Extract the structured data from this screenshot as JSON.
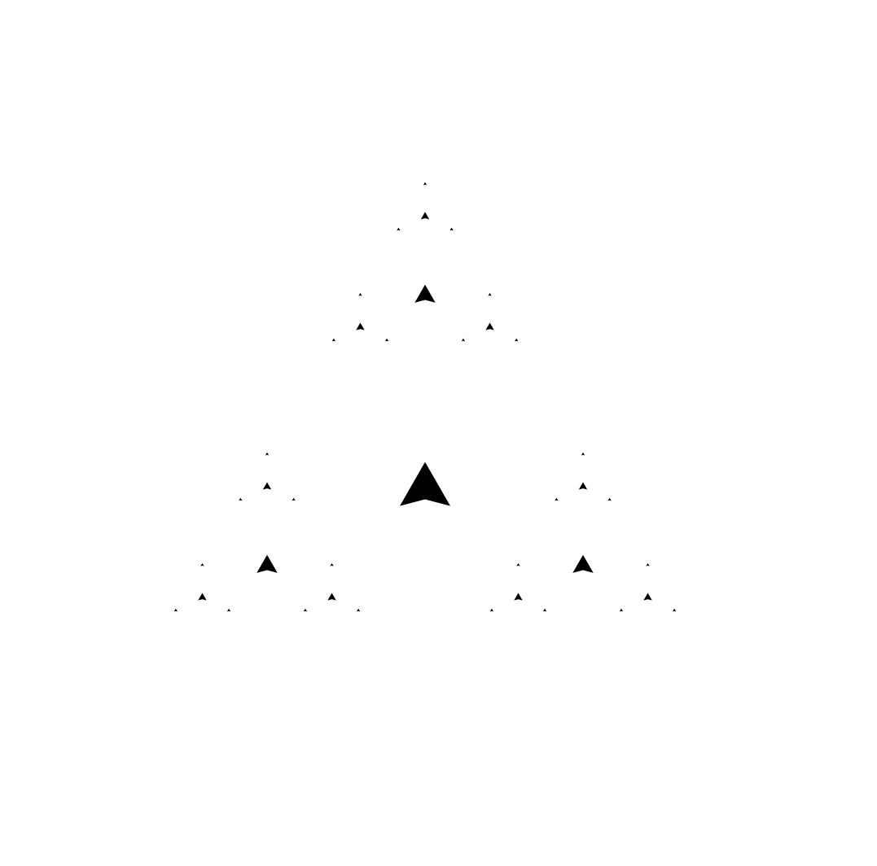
{
  "figure": {
    "kind": "fractal-arrowheads",
    "levels": 4,
    "branches_per_node": 3,
    "mark_shape": "arrowhead-pointing-up",
    "colors": {
      "background": "#ffffff",
      "mark": "#000000"
    }
  }
}
